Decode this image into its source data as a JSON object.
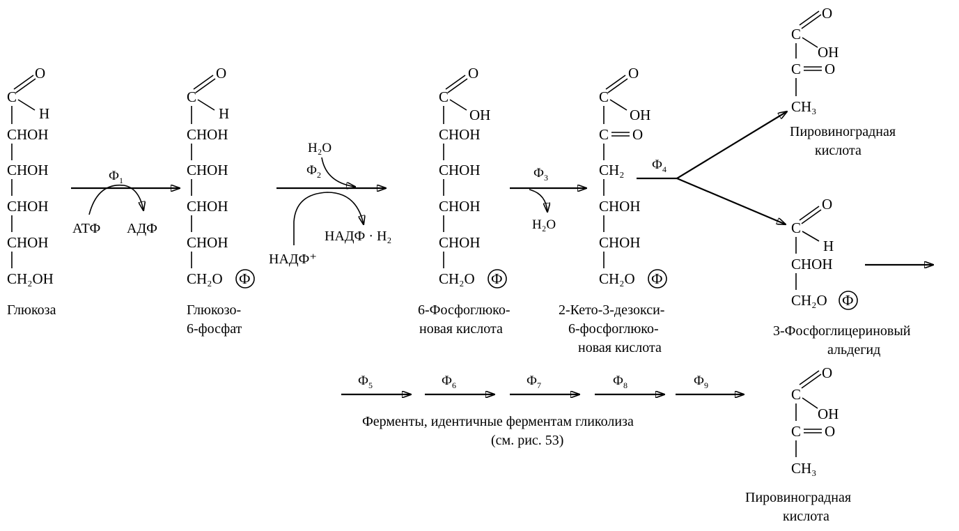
{
  "molecules": {
    "glucose": {
      "top": "O",
      "c1": "C",
      "h": "H",
      "rows": [
        "CHOH",
        "CHOH",
        "CHOH",
        "CHOH"
      ],
      "last": "CH₂OH",
      "name": [
        "Глюкоза"
      ]
    },
    "g6p": {
      "top": "O",
      "c1": "C",
      "h": "H",
      "rows": [
        "CHOH",
        "CHOH",
        "CHOH",
        "CHOH"
      ],
      "last": "CH₂O",
      "phos": "Ф",
      "name": [
        "Глюкозо-",
        "6-фосфат"
      ]
    },
    "pgluc": {
      "top": "O",
      "c1": "C",
      "oh": "OH",
      "rows": [
        "CHOH",
        "CHOH",
        "CHOH",
        "CHOH"
      ],
      "last": "CH₂O",
      "phos": "Ф",
      "name": [
        "6-Фосфоглюко-",
        "новая кислота"
      ]
    },
    "kdpg": {
      "top": "O",
      "c1": "C",
      "oh": "OH",
      "keto_c": "C",
      "keto_o": "O",
      "ch2": "CH₂",
      "rows": [
        "CHOH",
        "CHOH"
      ],
      "last": "CH₂O",
      "phos": "Ф",
      "name": [
        "2-Кето-3-дезокси-",
        "6-фосфоглюко-",
        "новая кислота"
      ]
    },
    "pyruvate1": {
      "top": "O",
      "c1": "C",
      "oh": "OH",
      "keto_c": "C",
      "keto_o": "O",
      "ch3": "CH₃",
      "name": [
        "Пировиноградная",
        "кислота"
      ]
    },
    "g3p": {
      "top": "O",
      "c1": "C",
      "h": "H",
      "row": "CHOH",
      "last": "CH₂O",
      "phos": "Ф",
      "name": [
        "3-Фосфоглицериновый",
        "альдегид"
      ]
    },
    "pyruvate2": {
      "top": "O",
      "c1": "C",
      "oh": "OH",
      "keto_c": "C",
      "keto_o": "O",
      "ch3": "CH₃",
      "name": [
        "Пировиноградная",
        "кислота"
      ]
    }
  },
  "steps": {
    "s1": {
      "enzyme": "Ф",
      "sub": "1",
      "in": "АТФ",
      "out": "АДФ"
    },
    "s2": {
      "enzyme": "Ф",
      "sub": "2",
      "water": "H₂O",
      "nadph": "НАДФ · H₂",
      "nadp": "НАДФ⁺"
    },
    "s3": {
      "enzyme": "Ф",
      "sub": "3",
      "water": "H₂O"
    },
    "s4": {
      "enzyme": "Ф",
      "sub": "4"
    },
    "glyco": [
      {
        "enzyme": "Ф",
        "sub": "5"
      },
      {
        "enzyme": "Ф",
        "sub": "6"
      },
      {
        "enzyme": "Ф",
        "sub": "7"
      },
      {
        "enzyme": "Ф",
        "sub": "8"
      },
      {
        "enzyme": "Ф",
        "sub": "9"
      }
    ]
  },
  "caption": [
    "Ферменты, идентичные ферментам гликолиза",
    "(см. рис. 53)"
  ]
}
